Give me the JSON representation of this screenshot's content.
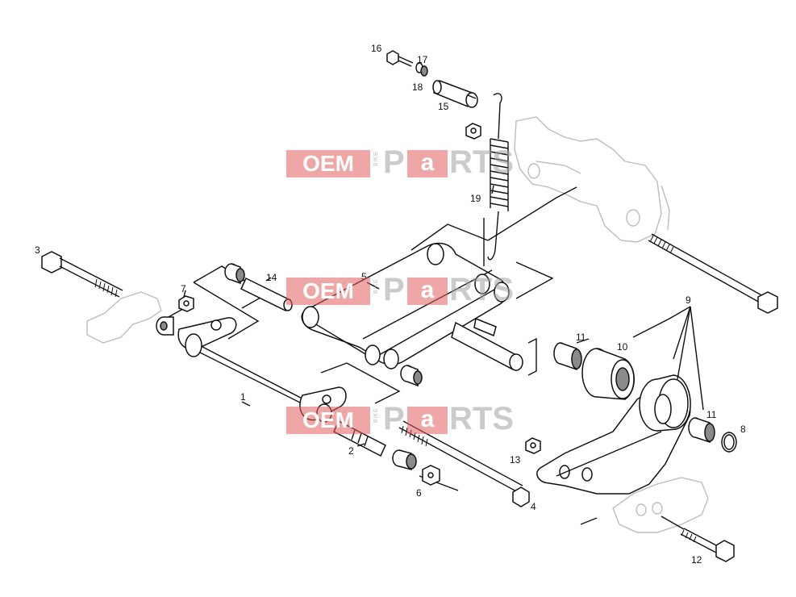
{
  "diagram": {
    "callouts": {
      "p1": "1",
      "p2": "2",
      "p3": "3",
      "p4": "4",
      "p5": "5",
      "p6": "6",
      "p7": "7",
      "p8": "8",
      "p9": "9",
      "p10": "10",
      "p11a": "11",
      "p11b": "11",
      "p12": "12",
      "p13": "13",
      "p14": "14",
      "p15": "15",
      "p16": "16",
      "p17": "17",
      "p18": "18",
      "p19": "19"
    }
  },
  "watermark": {
    "oem": "OEM",
    "bike": "BIKE",
    "parts_p": "P",
    "parts_a": "a",
    "parts_rts": "RTS",
    "colors": {
      "red": "#e25c5c",
      "grey": "#a0a0a0"
    }
  }
}
